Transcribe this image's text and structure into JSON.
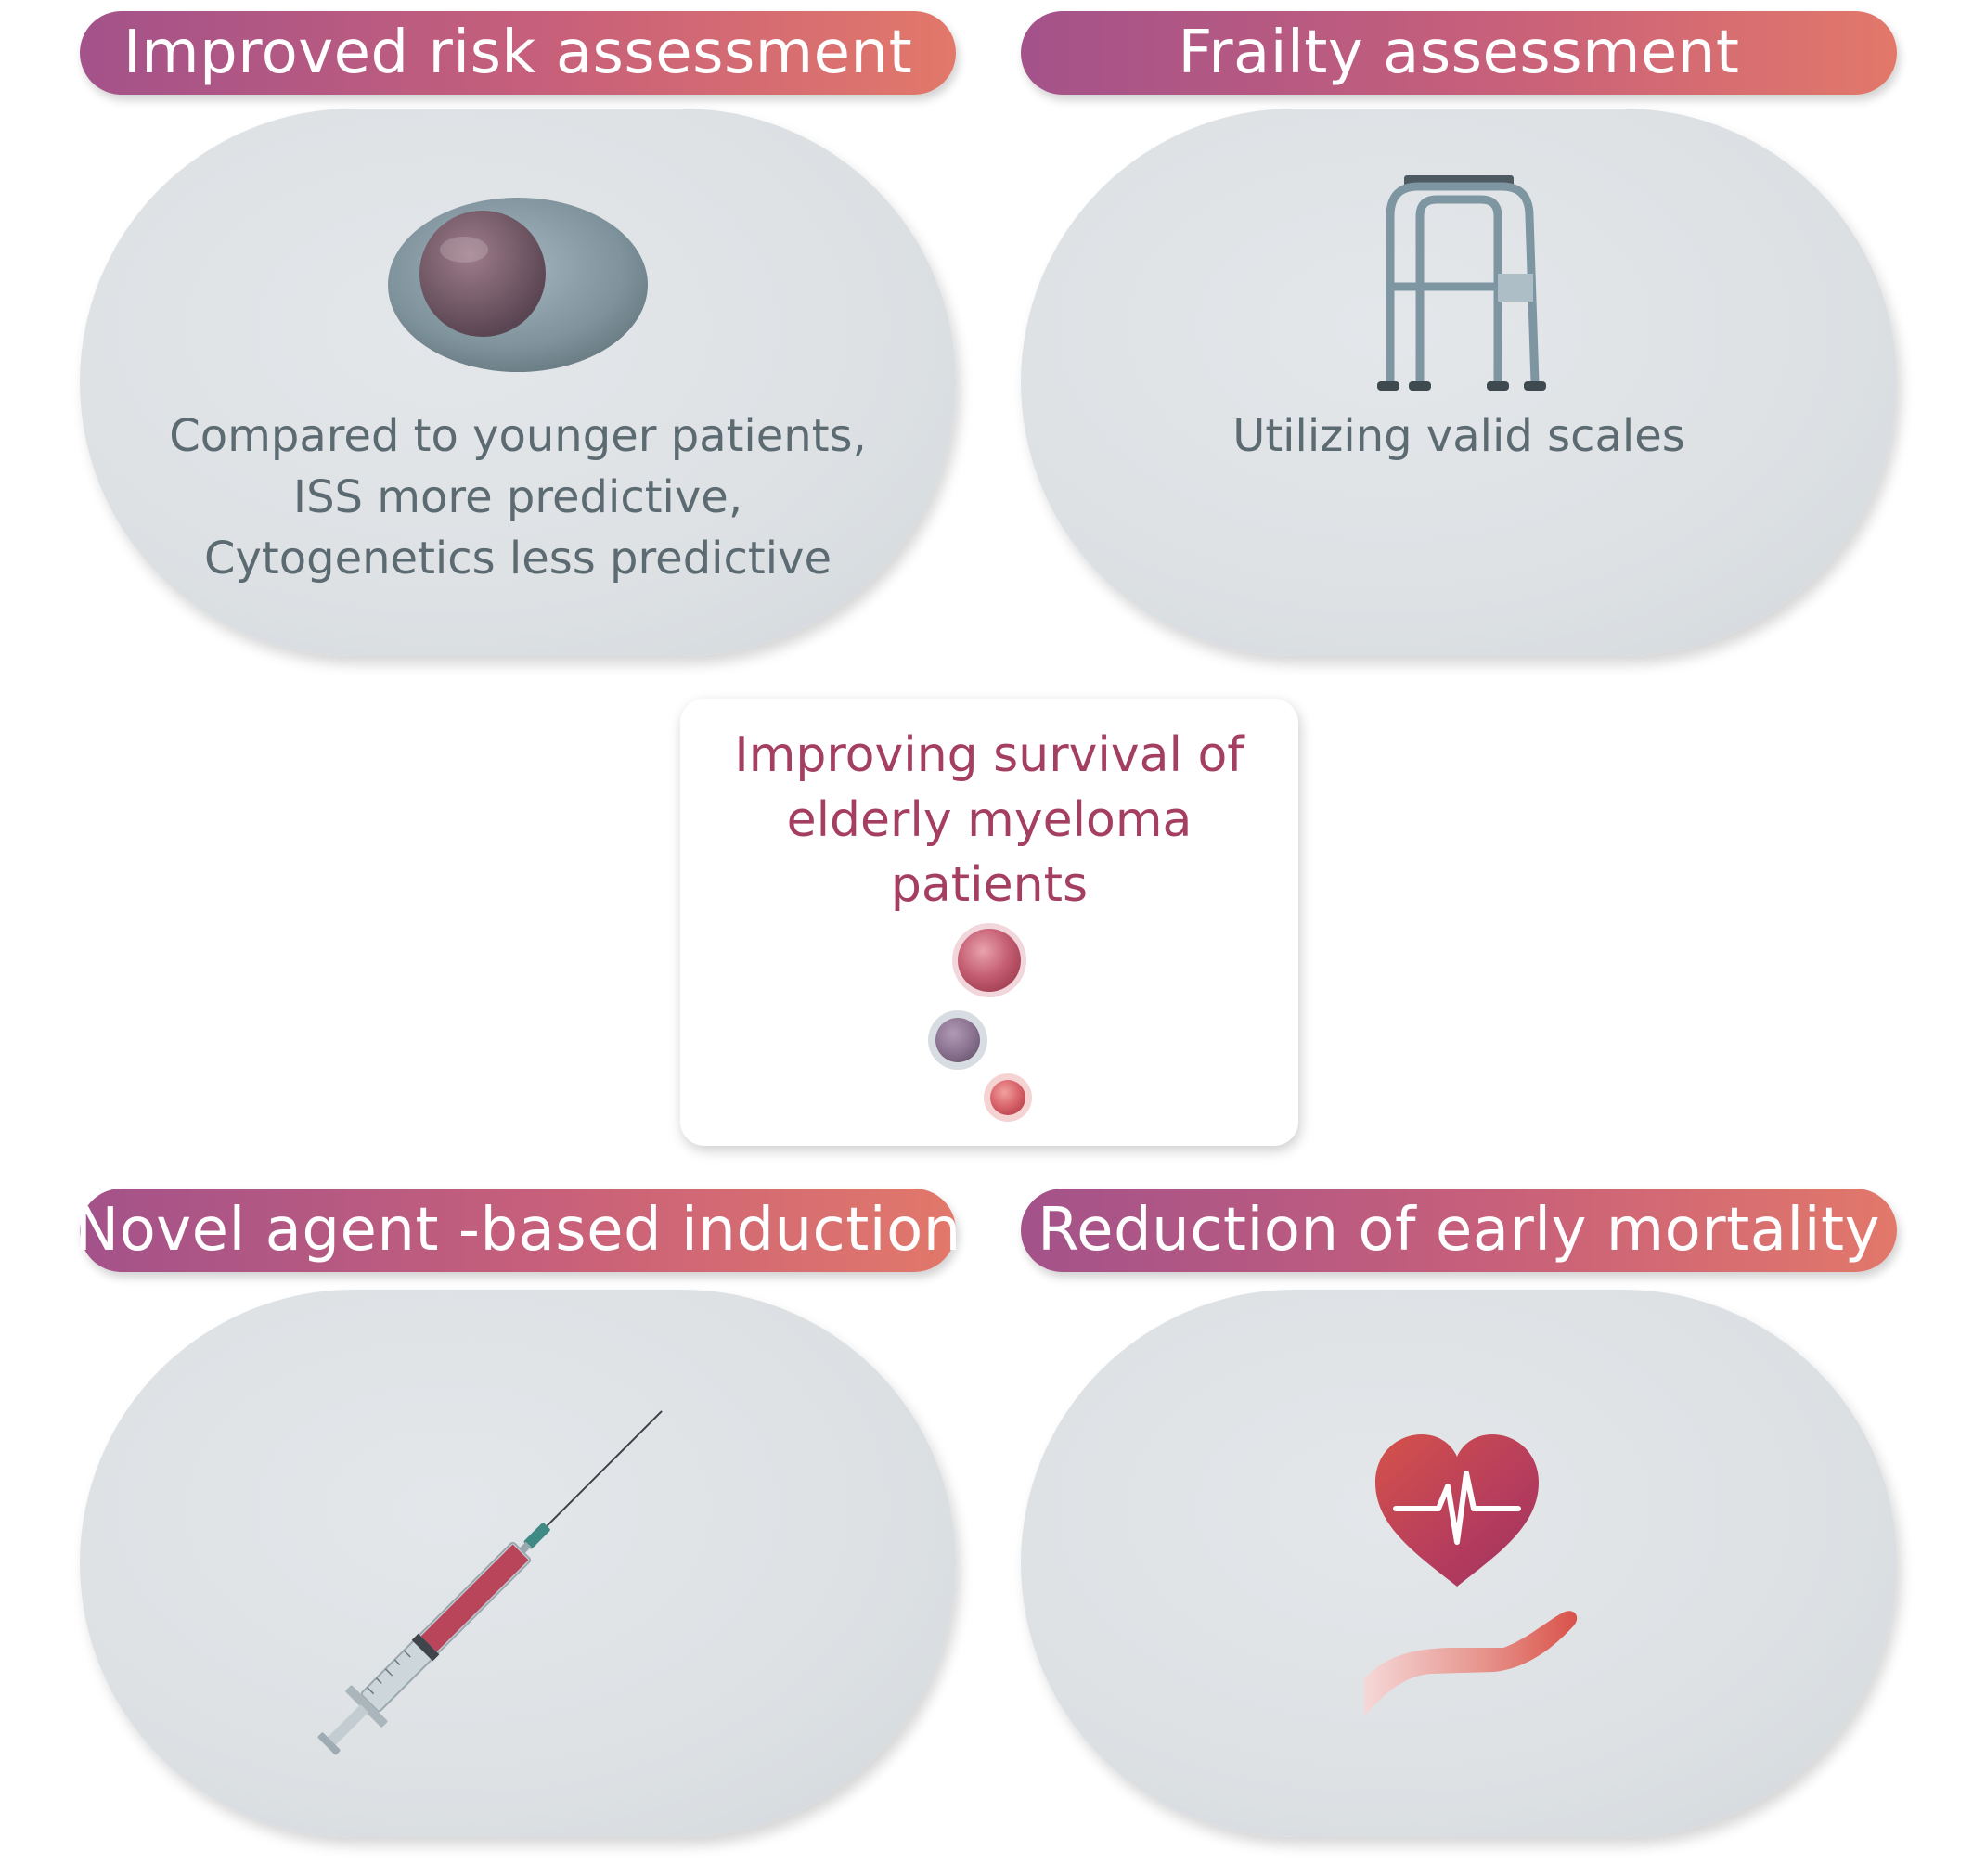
{
  "panels": [
    {
      "title": "Improved risk assessment",
      "icon": "plasma-cell-icon",
      "lines": [
        "Compared to younger patients,",
        "ISS more predictive,",
        "Cytogenetics less predictive"
      ]
    },
    {
      "title": "Frailty assessment",
      "icon": "walker-icon",
      "lines": [
        "Utilizing valid scales"
      ]
    },
    {
      "title": "Novel agent -based induction",
      "icon": "syringe-icon",
      "lines": []
    },
    {
      "title": "Reduction of early mortality",
      "icon": "heart-hand-icon",
      "lines": []
    }
  ],
  "center": {
    "lines": [
      "Improving survival of",
      "elderly myeloma",
      "patients"
    ],
    "icon": "myeloma-cells-icon"
  },
  "colors": {
    "banner_start": "#a3528a",
    "banner_end": "#e2786a",
    "pill_bg": "#dde1e4",
    "body_text": "#5c6a72",
    "center_text": "#a53f62"
  }
}
